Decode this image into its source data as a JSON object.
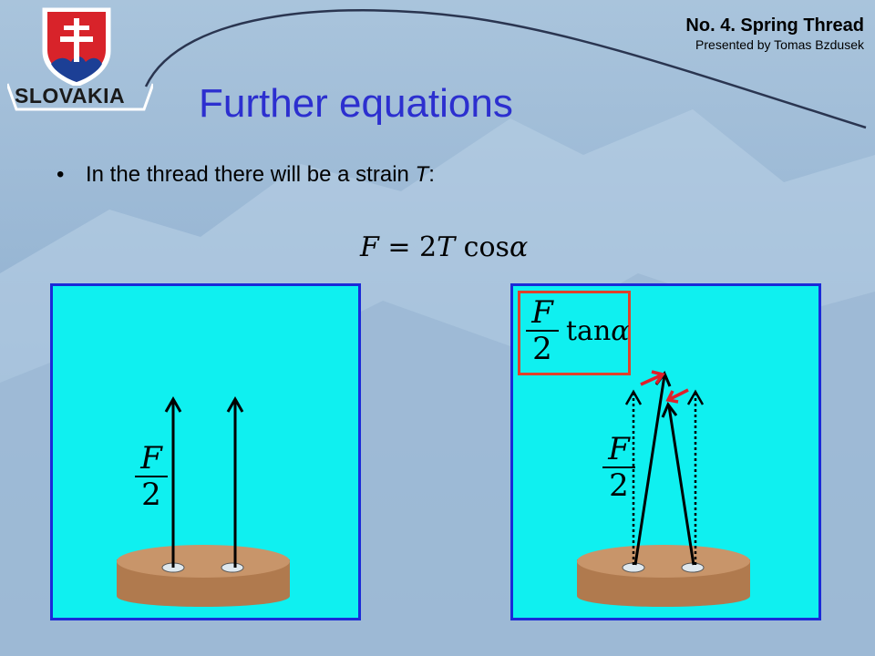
{
  "header": {
    "title": "No. 4. Spring Thread",
    "subtitle": "Presented by Tomas Bzdusek"
  },
  "logo": {
    "country": "SLOVAKIA"
  },
  "slide": {
    "title": "Further equations",
    "bullet_text": "In the thread there will be a strain ",
    "bullet_var": "T",
    "bullet_end": ":"
  },
  "equation": {
    "lhs": "F",
    "eq": " = 2",
    "var_T": "T",
    "cos": " cos",
    "alpha": "α"
  },
  "left_panel": {
    "frac_num": "F",
    "frac_den": "2"
  },
  "right_panel": {
    "box_num": "F",
    "box_den": "2",
    "tan": "tan",
    "alpha": "α",
    "frac_num": "F",
    "frac_den": "2"
  },
  "colors": {
    "panel_fill": "#0ff0f0",
    "panel_border": "#1a2ad8",
    "title": "#2c2fcf",
    "base_disc": "#c8956a",
    "arrow_red": "#e0202a",
    "box_border": "#e0402a"
  }
}
